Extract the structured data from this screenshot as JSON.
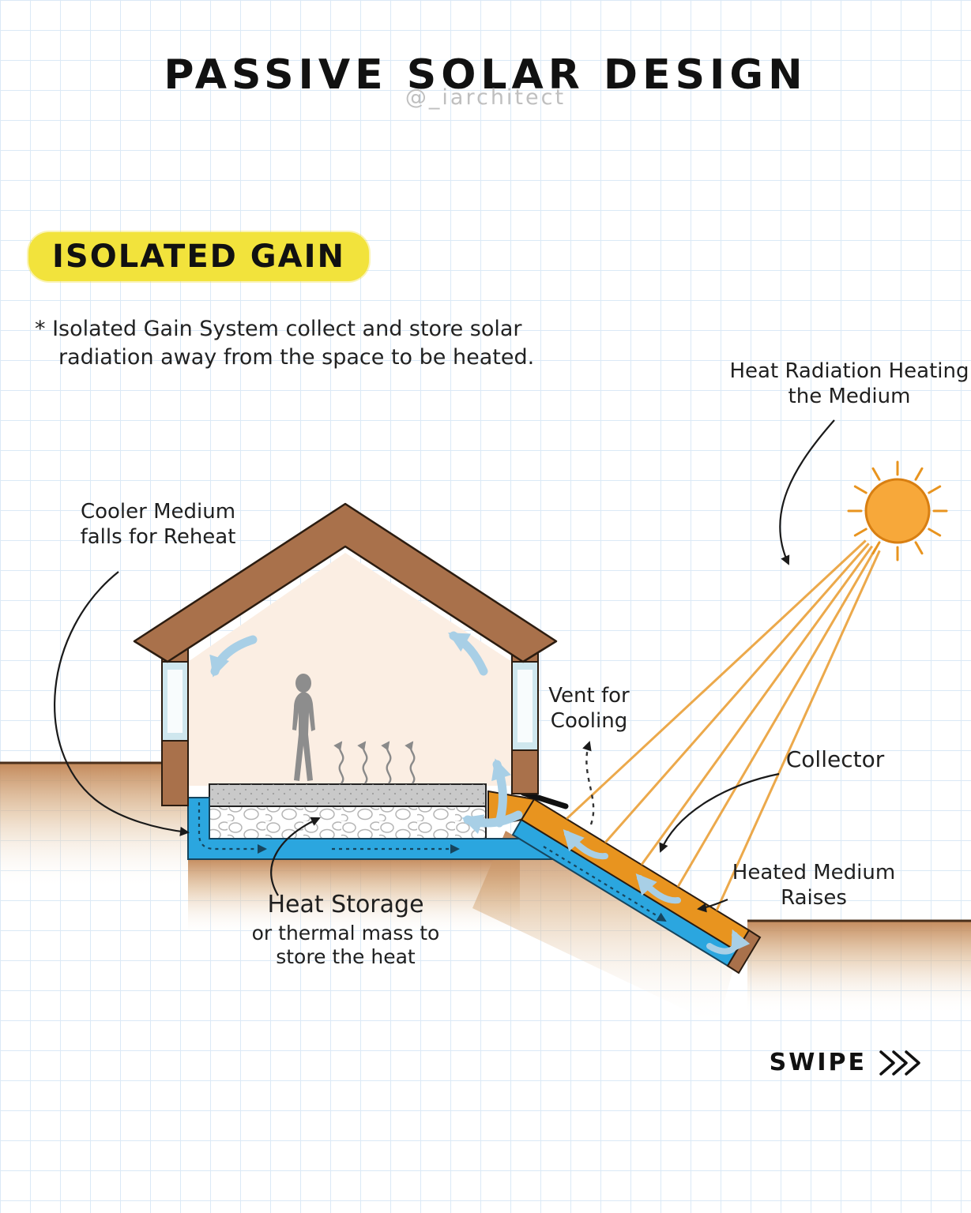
{
  "title": "PASSIVE SOLAR DESIGN",
  "credit": "@_iarchitect",
  "section": {
    "bullet": "*",
    "heading": "ISOLATED GAIN",
    "description": "Isolated Gain System collect and store solar radiation away from the space to be heated."
  },
  "labels": {
    "heat_radiation": "Heat Radiation Heating the Medium",
    "cooler_medium": "Cooler Medium falls for Reheat",
    "vent": "Vent for Cooling",
    "collector": "Collector",
    "heated_medium": "Heated Medium Raises",
    "heat_storage_title": "Heat Storage",
    "heat_storage_sub": "or thermal mass to store the heat"
  },
  "footer": {
    "swipe": "SWIPE"
  },
  "colors": {
    "highlight": "#f2e33c",
    "wall_brown": "#a9714b",
    "interior_cream": "#fbeee3",
    "channel_blue": "#2ba6df",
    "collector_orange": "#e8941f",
    "sun_orange": "#f7a83a",
    "ground_tan": "#c08352",
    "arrow_blue": "#a8cfe6",
    "grid_blue": "#dbe9f6"
  }
}
